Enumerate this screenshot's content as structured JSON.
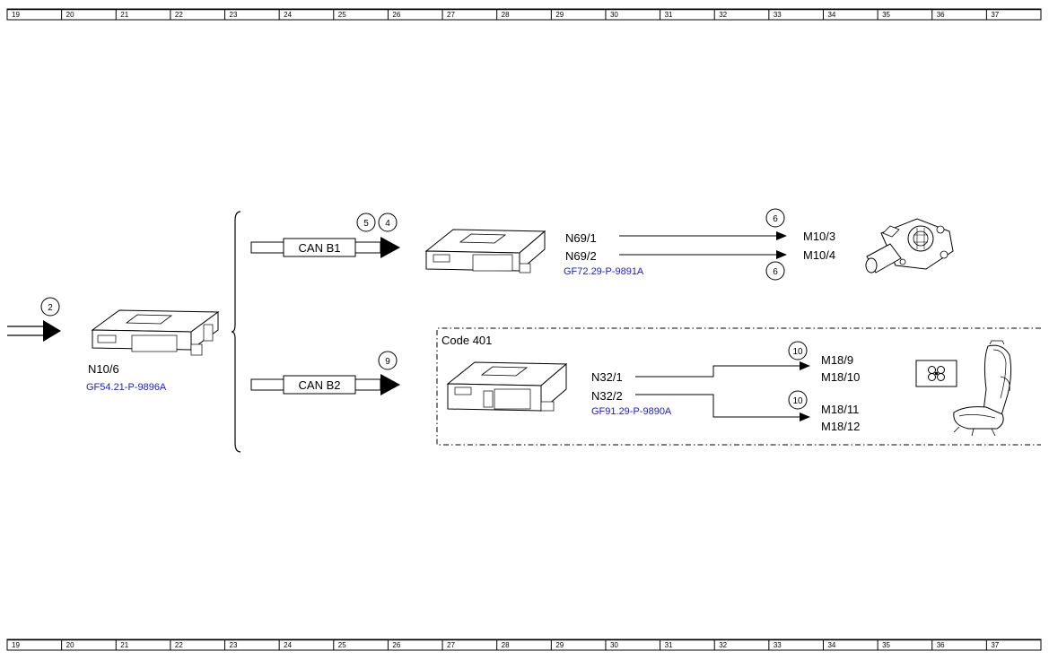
{
  "ruler": {
    "numbers": [
      "19",
      "20",
      "21",
      "22",
      "23",
      "24",
      "25",
      "26",
      "27",
      "28",
      "29",
      "30",
      "31",
      "32",
      "33",
      "34",
      "35",
      "36",
      "37"
    ]
  },
  "left": {
    "input_ref": "2",
    "module_label": "N10/6",
    "module_link": "GF54.21-P-9896A"
  },
  "can_b1": {
    "label": "CAN B1",
    "refs": [
      "5",
      "4"
    ]
  },
  "can_b2": {
    "label": "CAN B2",
    "ref": "9"
  },
  "window_group": {
    "outputs": [
      "N69/1",
      "N69/2"
    ],
    "targets": [
      "M10/3",
      "M10/4"
    ],
    "refs": [
      "6",
      "6"
    ],
    "link": "GF72.29-P-9891A"
  },
  "seat_group": {
    "code_label": "Code 401",
    "outputs": [
      "N32/1",
      "N32/2"
    ],
    "targets_top": [
      "M18/9",
      "M18/10"
    ],
    "targets_bottom": [
      "M18/11",
      "M18/12"
    ],
    "refs": [
      "10",
      "10"
    ],
    "link": "GF91.29-P-9890A"
  }
}
